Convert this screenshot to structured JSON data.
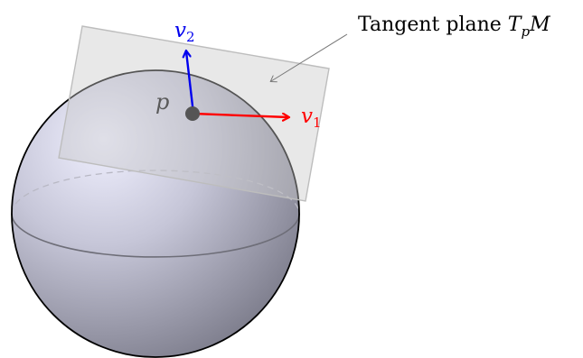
{
  "diagram": {
    "plane_caption": "Tangent plane",
    "plane_symbol": "T",
    "plane_symbol_subscript": "p",
    "plane_symbol_manifold": "M",
    "point_label": "p",
    "vector1_symbol": "v",
    "vector1_subscript": "1",
    "vector2_symbol": "v",
    "vector2_subscript": "2"
  },
  "colors": {
    "vector1": "#ff0000",
    "vector2": "#0000ee",
    "point": "#555555",
    "sphere_light": "#eeeeff",
    "sphere_dark": "#8a8a9c",
    "plane_fill": "#c8c8c8",
    "plane_stroke": "#c0c0c0"
  }
}
